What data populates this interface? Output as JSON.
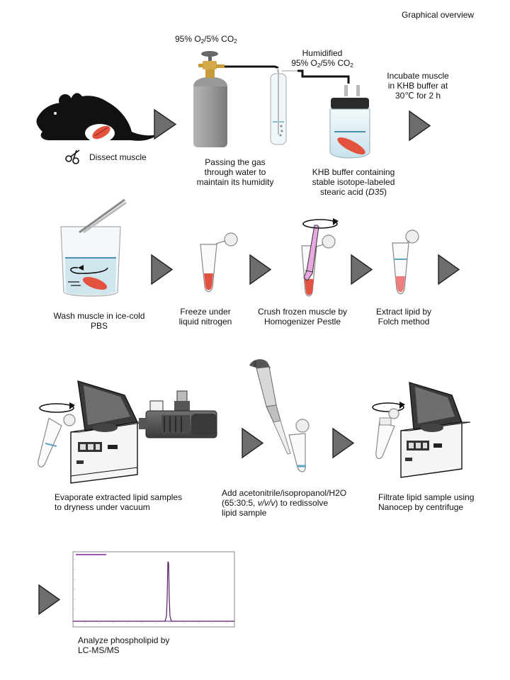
{
  "header": {
    "title": "Graphical overview"
  },
  "gas": {
    "label_source": {
      "pre": "95% O",
      "sub1": "2",
      "mid": "/5% CO",
      "sub2": "2"
    },
    "label_humidified_line1": "Humidified",
    "label_humidified_line2": {
      "pre": "95% O",
      "sub1": "2",
      "mid": "/5% CO",
      "sub2": "2"
    }
  },
  "steps": {
    "dissect": "Dissect muscle",
    "passing": [
      "Passing the gas",
      "through water to",
      "maintain its humidity"
    ],
    "khb": [
      "KHB buffer containing",
      "stable isotope-labeled",
      "stearic acid (",
      "D35",
      ")"
    ],
    "incubate": [
      "Incubate muscle",
      "in KHB buffer at",
      "30℃ for 2 h"
    ],
    "wash": [
      "Wash muscle in ice-cold",
      "PBS"
    ],
    "freeze": [
      "Freeze under",
      "liquid nitrogen"
    ],
    "crush": [
      "Crush frozen muscle by",
      "Homogenizer Pestle"
    ],
    "extract": [
      "Extract lipid by",
      "Folch method"
    ],
    "evaporate": [
      "Evaporate extracted lipid samples",
      "to dryness under vacuum"
    ],
    "redissolve": [
      "Add acetonitrile/isopropanol/H2O",
      " (65:30:5, ",
      "v/v/v",
      ") to redissolve",
      "lipid sample"
    ],
    "filtrate": [
      "Filtrate lipid sample using",
      "Nanocep by centrifuge"
    ],
    "analyze": [
      "Analyze phospholipid by",
      "LC-MS/MS"
    ]
  },
  "colors": {
    "arrow": "#6d6d6d",
    "muscle": "#e2523e",
    "peak": "#5a1a6e",
    "glass": "#cde6ef",
    "cylinder": "#8e8e8e"
  }
}
